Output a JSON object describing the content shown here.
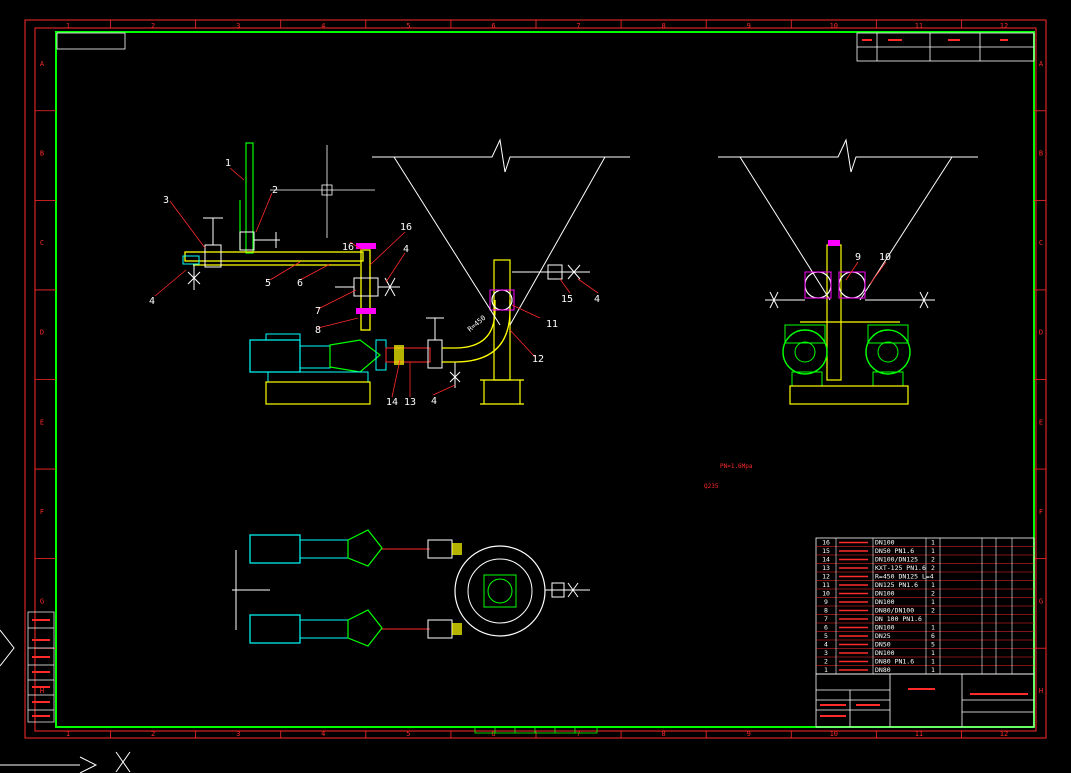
{
  "drawing": {
    "column_numbers": [
      "1",
      "2",
      "3",
      "4",
      "5",
      "6",
      "7",
      "8",
      "9",
      "10",
      "11",
      "12"
    ],
    "row_letters": [
      "A",
      "B",
      "C",
      "D",
      "E",
      "F",
      "G",
      "H"
    ],
    "callouts": [
      "1",
      "2",
      "3",
      "4",
      "5",
      "6",
      "7",
      "8",
      "16",
      "9",
      "10",
      "11",
      "12",
      "15",
      "14",
      "13"
    ],
    "dimension": "R=450",
    "notes": [
      "PN=1.6Mpa",
      "Q235"
    ],
    "bom": [
      {
        "no": "16",
        "spec": "DN100",
        "qty": "1"
      },
      {
        "no": "15",
        "spec": "DN50  PN1.6",
        "qty": "1"
      },
      {
        "no": "14",
        "spec": "DN100/DN125",
        "qty": "2"
      },
      {
        "no": "13",
        "spec": "KXT-125  PN1.6",
        "qty": "2"
      },
      {
        "no": "12",
        "spec": "R=450 DN125 L=4",
        "qty": ""
      },
      {
        "no": "11",
        "spec": "DN125  PN1.6",
        "qty": "1"
      },
      {
        "no": "10",
        "spec": "DN100",
        "qty": "2"
      },
      {
        "no": "9",
        "spec": "DN100",
        "qty": "1"
      },
      {
        "no": "8",
        "spec": "DN80/DN100",
        "qty": "2"
      },
      {
        "no": "7",
        "spec": "DN 100    PN1.6",
        "qty": ""
      },
      {
        "no": "6",
        "spec": "DN100",
        "qty": "1"
      },
      {
        "no": "5",
        "spec": "DN25",
        "qty": "6"
      },
      {
        "no": "4",
        "spec": "DN50",
        "qty": "5"
      },
      {
        "no": "3",
        "spec": "DN100",
        "qty": "1"
      },
      {
        "no": "2",
        "spec": "DN80     PN1.6",
        "qty": "1"
      },
      {
        "no": "1",
        "spec": "DN80",
        "qty": "1"
      }
    ],
    "colors": {
      "frame": "#ff2a2a",
      "border": "#00ff00",
      "pipe": "#ffff00",
      "fitting": "#ff00ff",
      "pump": "#00ff00",
      "motor": "#00ffff",
      "text": "#ffffff"
    }
  }
}
